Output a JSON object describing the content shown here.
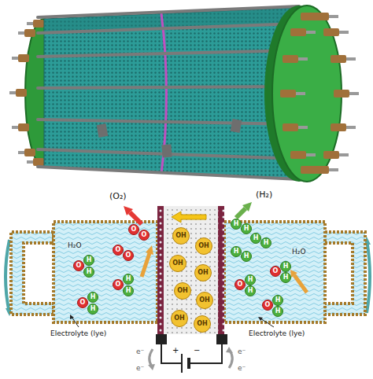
{
  "diagram": {
    "nodes": [
      {
        "text": [
          "O"
        ]
      },
      {
        "text": [
          "O"
        ]
      },
      {
        "text": [
          "O"
        ]
      },
      {
        "text": [
          "O"
        ]
      },
      {
        "text": [
          "O"
        ]
      },
      {
        "text": [
          "H"
        ]
      },
      {
        "text": [
          "H"
        ]
      },
      {
        "text": [
          "O"
        ]
      },
      {
        "text": [
          "H"
        ]
      },
      {
        "text": [
          "H"
        ]
      },
      {
        "text": [
          "O"
        ]
      },
      {
        "text": [
          "H"
        ]
      },
      {
        "text": [
          "H"
        ]
      },
      {
        "text": [
          "OH"
        ]
      },
      {
        "text": [
          "OH"
        ]
      },
      {
        "text": [
          "OH"
        ]
      },
      {
        "text": [
          "OH"
        ]
      },
      {
        "text": [
          "OH"
        ]
      },
      {
        "text": [
          "OH"
        ]
      },
      {
        "text": [
          "OH"
        ]
      },
      {
        "text": [
          "OH"
        ]
      },
      {
        "text": [
          "H"
        ]
      },
      {
        "text": [
          "H"
        ]
      },
      {
        "text": [
          "H"
        ]
      },
      {
        "text": [
          "H"
        ]
      },
      {
        "text": [
          "H"
        ]
      },
      {
        "text": [
          "H"
        ]
      },
      {
        "text": [
          "O"
        ]
      },
      {
        "text": [
          "H"
        ]
      },
      {
        "text": [
          "H"
        ]
      },
      {
        "text": [
          "O"
        ]
      },
      {
        "text": [
          "H"
        ]
      },
      {
        "text": [
          "H"
        ]
      },
      {
        "text": [
          "O"
        ]
      },
      {
        "text": [
          "H"
        ]
      },
      {
        "text": [
          "H"
        ]
      }
    ],
    "labels": [
      "(O₂)",
      "(H₂)",
      "H₂O",
      "H₂O",
      "Electrolyte (lye)",
      "Electrolyte (lye)",
      "+",
      "−",
      "e⁻",
      "e⁻",
      "e⁻",
      "e⁻"
    ]
  }
}
